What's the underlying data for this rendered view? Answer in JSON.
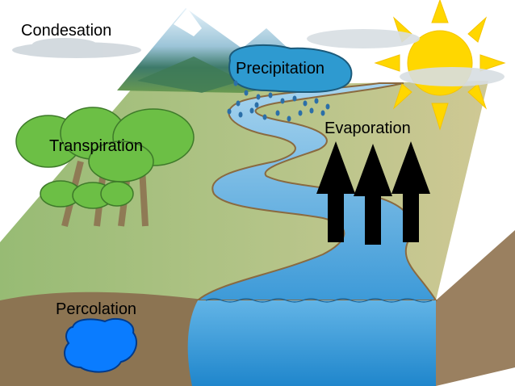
{
  "labels": {
    "condensation": "Condesation",
    "precipitation": "Precipitation",
    "evaporation": "Evaporation",
    "transpiration": "Transpiration",
    "percolation": "Percolation"
  },
  "colors": {
    "land_left": "#9fbf7a",
    "land_right": "#c9c48e",
    "soil": "#8c7452",
    "water": "#5aaee0",
    "sun": "#ffd700",
    "arrow": "#000000",
    "groundwater": "#0a7cff"
  }
}
